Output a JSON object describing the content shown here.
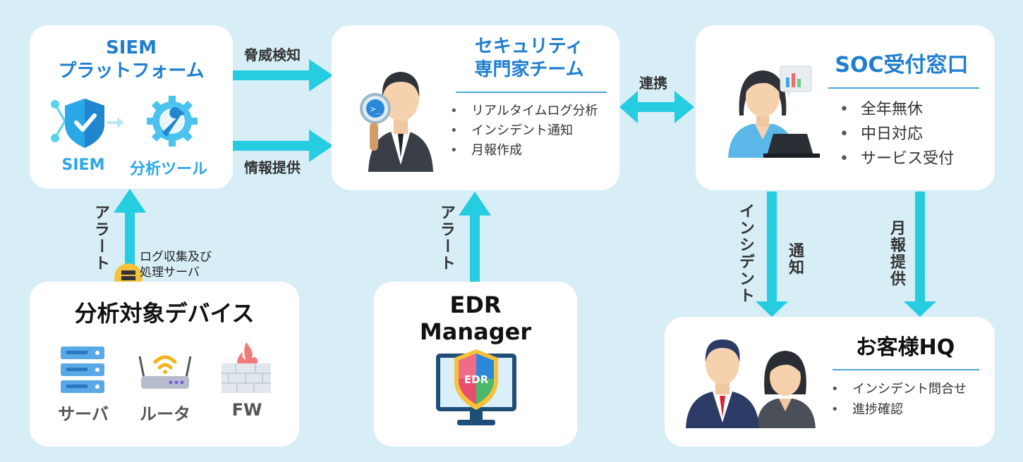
{
  "siem": {
    "title_line1": "SIEM",
    "title_line2": "プラットフォーム",
    "icon1_label": "SIEM",
    "icon2_label": "分析ツール"
  },
  "security_team": {
    "title_line1": "セキュリティ",
    "title_line2": "専門家チーム",
    "bullets": [
      "リアルタイムログ分析",
      "インシデント通知",
      "月報作成"
    ]
  },
  "soc": {
    "title": "SOC受付窓口",
    "bullets": [
      "全年無休",
      "中日対応",
      "サービス受付"
    ]
  },
  "devices": {
    "title": "分析対象デバイス",
    "items": [
      "サーバ",
      "ルータ",
      "FW"
    ]
  },
  "edr": {
    "title_line1": "EDR",
    "title_line2": "Manager",
    "badge": "EDR"
  },
  "customer": {
    "title": "お客様HQ",
    "bullets": [
      "インシデント問合せ",
      "進捗確認"
    ]
  },
  "arrows": {
    "threat_detection": "脅威検知",
    "info_provision": "情報提供",
    "cooperation": "連携",
    "alert_left": "アラート",
    "alert_center": "アラート",
    "incident": "インシデント",
    "notification": "通知",
    "monthly_report": "月報提供"
  },
  "log_server": {
    "line1": "ログ収集及び",
    "line2": "処理サーバ"
  },
  "colors": {
    "arrow": "#26cde0",
    "title_blue": "#1f7ed1",
    "background": "#d7eef6"
  }
}
